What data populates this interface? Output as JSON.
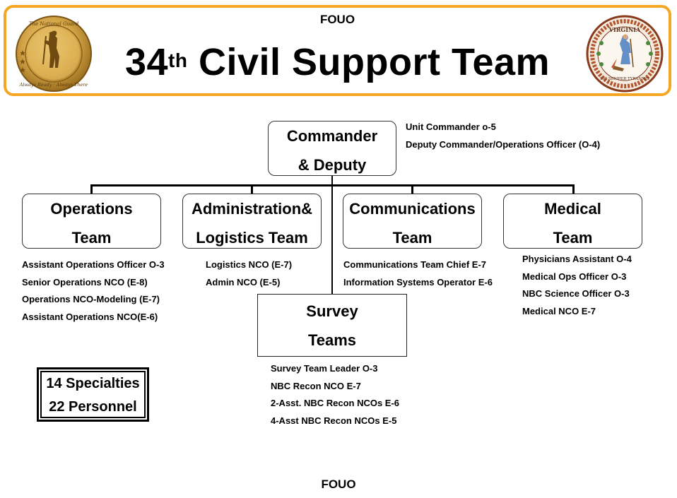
{
  "header": {
    "classification": "FOUO",
    "title_number": "34",
    "title_superscript": "th",
    "title_rest": "Civil Support Team",
    "left_seal": {
      "icon": "national-guard-seal-icon",
      "text_top": "The National Guard",
      "text_bottom": "Always Ready · Always There"
    },
    "right_seal": {
      "icon": "virginia-state-seal-icon",
      "text_top": "VIRGINIA",
      "text_bottom": "SIC SEMPER TYRANNIS"
    },
    "border_color": "#f5a623"
  },
  "commander": {
    "line1": "Commander",
    "line2": "& Deputy",
    "roles": [
      "Unit Commander o-5",
      "Deputy Commander/Operations Officer (O-4)"
    ]
  },
  "teams": [
    {
      "line1": "Operations",
      "line2": "Team",
      "roles": [
        "Assistant Operations Officer O-3",
        "Senior Operations NCO (E-8)",
        "Operations NCO-Modeling (E-7)",
        "Assistant Operations NCO(E-6)"
      ]
    },
    {
      "line1": "Administration&",
      "line2": "Logistics Team",
      "roles": [
        "Logistics NCO (E-7)",
        "Admin NCO (E-5)"
      ]
    },
    {
      "line1": "Communications",
      "line2": "Team",
      "roles": [
        "Communications Team Chief E-7",
        "Information Systems Operator E-6"
      ]
    },
    {
      "line1": "Medical",
      "line2": "Team",
      "roles": [
        "Physicians Assistant O-4",
        "Medical Ops Officer O-3",
        "NBC Science Officer O-3",
        "Medical NCO E-7"
      ]
    }
  ],
  "survey": {
    "line1": "Survey",
    "line2": "Teams",
    "roles": [
      "Survey Team Leader O-3",
      "NBC Recon NCO E-7",
      "2-Asst. NBC Recon NCOs E-6",
      "4-Asst NBC Recon NCOs E-5"
    ]
  },
  "summary": {
    "specialties": "14 Specialties",
    "personnel": "22 Personnel"
  },
  "footer": {
    "classification": "FOUO"
  }
}
